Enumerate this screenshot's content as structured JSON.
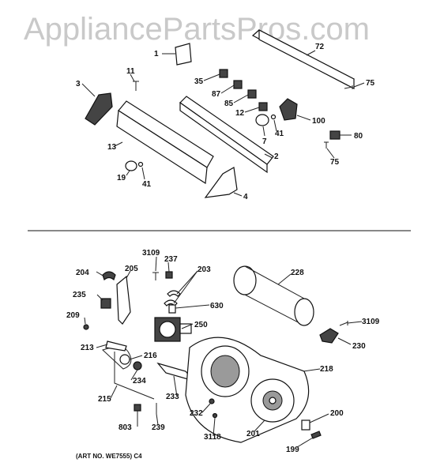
{
  "watermark": "AppliancePartsPros.com",
  "footnote": "(ART NO. WE7555) C4",
  "labels": {
    "p1": "1",
    "p72": "72",
    "p75a": "75",
    "p3": "3",
    "p11": "11",
    "p35": "35",
    "p87": "87",
    "p85": "85",
    "p12": "12",
    "p100": "100",
    "p80": "80",
    "p75b": "75",
    "p7": "7",
    "p41a": "41",
    "p13": "13",
    "p2": "2",
    "p19": "19",
    "p41b": "41",
    "p4": "4",
    "p3109a": "3109",
    "p237": "237",
    "p203": "203",
    "p228": "228",
    "p204": "204",
    "p205": "205",
    "p235": "235",
    "p630": "630",
    "p209": "209",
    "p250": "250",
    "p3109b": "3109",
    "p230": "230",
    "p213": "213",
    "p216": "216",
    "p218": "218",
    "p234": "234",
    "p215": "215",
    "p233": "233",
    "p232": "232",
    "p200": "200",
    "p803": "803",
    "p239": "239",
    "p3118": "3118",
    "p201": "201",
    "p199": "199"
  }
}
